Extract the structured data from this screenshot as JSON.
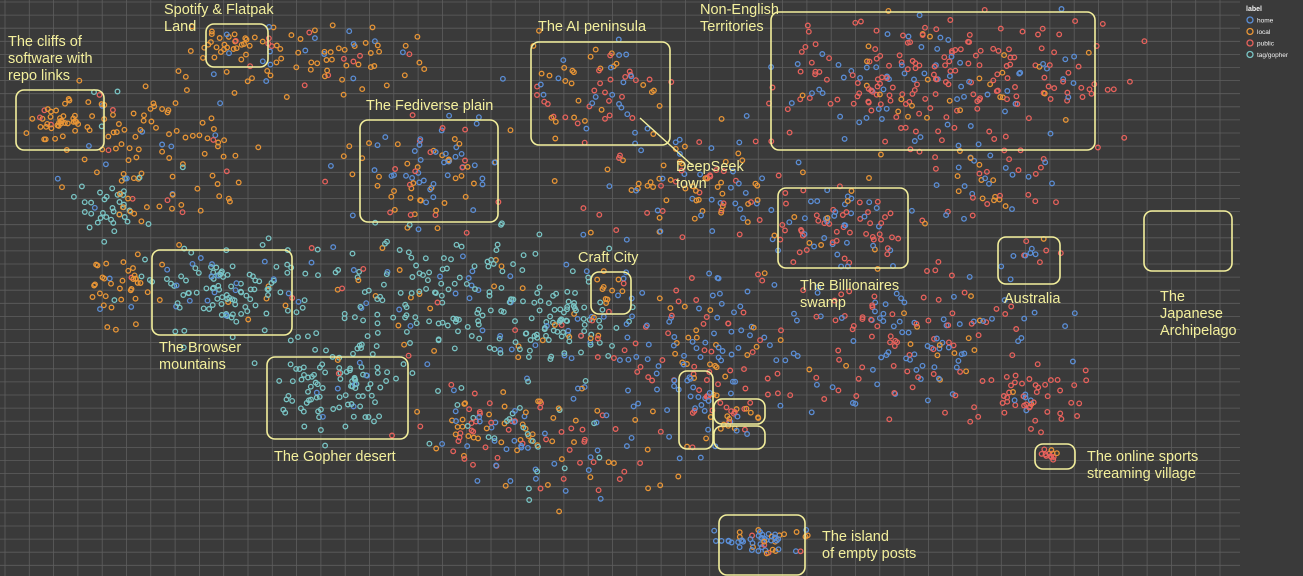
{
  "chart_data": {
    "type": "scatter",
    "grid": true,
    "legend": {
      "title": "label",
      "placement": "top-right",
      "entries": [
        {
          "name": "home",
          "color": "#5b8ed6"
        },
        {
          "name": "local",
          "color": "#e89536"
        },
        {
          "name": "public",
          "color": "#e8625c"
        },
        {
          "name": "tag/gopher",
          "color": "#79c4c4"
        }
      ]
    },
    "annotations": [
      {
        "key": "cliffs",
        "lines": [
          "The cliffs of",
          "software with",
          "repo links"
        ]
      },
      {
        "key": "spotify",
        "lines": [
          "Spotify & Flatpak",
          "Land"
        ]
      },
      {
        "key": "fediverse",
        "lines": [
          "The Fediverse plain"
        ]
      },
      {
        "key": "ai",
        "lines": [
          "The AI peninsula"
        ]
      },
      {
        "key": "deepseek",
        "lines": [
          "DeepSeek",
          "town"
        ]
      },
      {
        "key": "nonenglish",
        "lines": [
          "Non-English",
          "Territories"
        ]
      },
      {
        "key": "craft",
        "lines": [
          "Craft City"
        ]
      },
      {
        "key": "billionaires",
        "lines": [
          "The Billionaires",
          "swamp"
        ]
      },
      {
        "key": "australia",
        "lines": [
          "Australia"
        ]
      },
      {
        "key": "japanese",
        "lines": [
          "The",
          "Japanese",
          "Archipelago"
        ]
      },
      {
        "key": "browser",
        "lines": [
          "The Browser",
          "mountains"
        ]
      },
      {
        "key": "gopher",
        "lines": [
          "The Gopher desert"
        ]
      },
      {
        "key": "sports",
        "lines": [
          "The online sports",
          "streaming village"
        ]
      },
      {
        "key": "empty",
        "lines": [
          "The island",
          "of empty posts"
        ]
      }
    ]
  }
}
